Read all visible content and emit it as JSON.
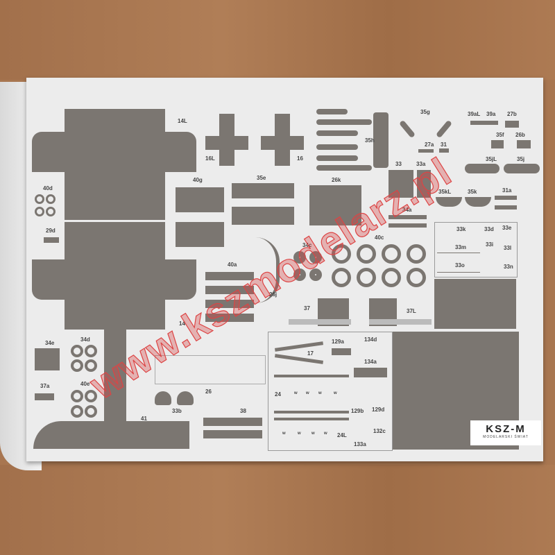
{
  "labels": {
    "l14L": "14L",
    "l16L": "16L",
    "l16": "16",
    "l35h": "35h",
    "l35g": "35g",
    "l39aL": "39aL",
    "l39a": "39a",
    "l27b": "27b",
    "l35f": "35f",
    "l26b": "26b",
    "l27a": "27a",
    "l31": "31",
    "l35jL": "35jL",
    "l35j": "35j",
    "l33": "33",
    "l33a": "33a",
    "l35kL": "35kL",
    "l35k": "35k",
    "l31a": "31a",
    "l34a": "34a",
    "l40d": "40d",
    "l40g": "40g",
    "l35e": "35e",
    "l26k": "26k",
    "l29d": "29d",
    "l34c": "34c",
    "l40c": "40c",
    "l33k": "33k",
    "l33d": "33d",
    "l33e": "33e",
    "l33m": "33m",
    "l33i": "33i",
    "l33l": "33l",
    "l33o": "33o",
    "l33n": "33n",
    "l40a": "40a",
    "l26j": "26j",
    "l37": "37",
    "l37L": "37L",
    "l14": "14",
    "l34e": "34e",
    "l34d": "34d",
    "l37a": "37a",
    "l40e": "40e",
    "l26": "26",
    "l33b": "33b",
    "l38": "38",
    "l41": "41",
    "l17": "17",
    "l129a": "129a",
    "l134d": "134d",
    "l134a": "134a",
    "l24": "24",
    "l129b": "129b",
    "l129d": "129d",
    "l24L": "24L",
    "l132c": "132c",
    "l133a": "133a"
  },
  "window_mark": "w",
  "watermark": "www.kszmodelarz.pl",
  "logo": {
    "name": "KSZ-M",
    "tagline": "MODELARSKI ŚWIAT"
  },
  "colors": {
    "part": "#7b7671",
    "paper": "#ececec",
    "wood": "#a87650",
    "watermark": "#d44444"
  }
}
